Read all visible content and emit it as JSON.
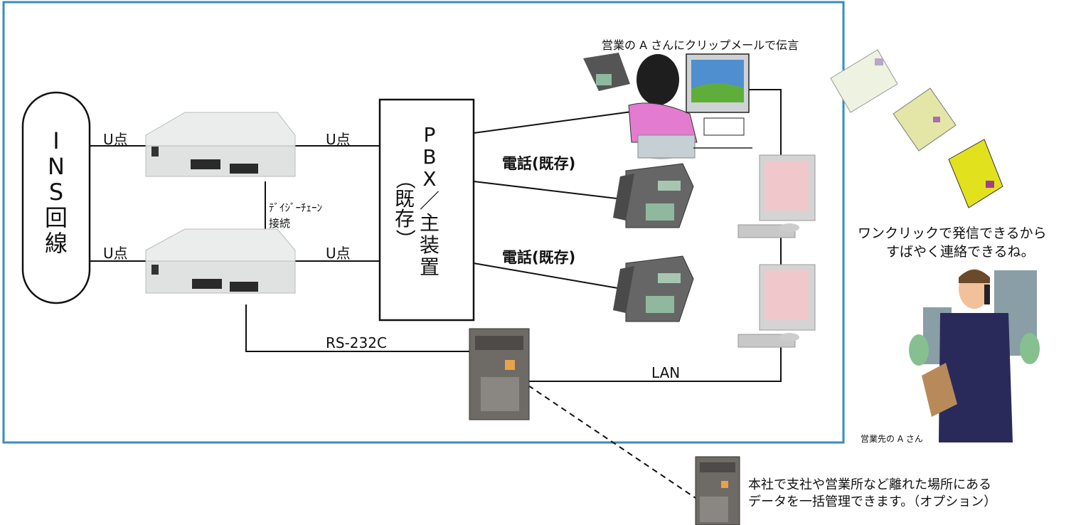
{
  "ins": {
    "label": [
      "I",
      "N",
      "S",
      "回",
      "線"
    ]
  },
  "u_labels": {
    "top_left": "U点",
    "top_right": "U点",
    "bottom_left": "U点",
    "bottom_right": "U点"
  },
  "daisy_chain": {
    "line1": "ﾃﾞｲｼﾞｰﾁｪｰﾝ",
    "line2": "接続"
  },
  "pbx": {
    "chars": [
      "P",
      "B",
      "X",
      "／",
      "主",
      "装",
      "置"
    ],
    "paren": [
      "（",
      "既",
      "存",
      "）"
    ]
  },
  "phones": {
    "upper": "電話(既存)",
    "lower": "電話(既存)"
  },
  "rs232c": "RS-232C",
  "lan": "LAN",
  "captions": {
    "top": "営業の A さんにクリップメールで伝言",
    "one_click": [
      "ワンクリックで発信できるから",
      "すばやく連絡できるね。"
    ],
    "sales_person": "営業先の A さん",
    "hq": [
      "本社で支社や営業所など離れた場所にある",
      "データを一括管理できます。（オプション）"
    ]
  },
  "colors": {
    "frame": "#3a8cbf",
    "line": "#111111",
    "device": "#eceeed",
    "server": "#6e6a66",
    "monitor": "#c9c9c9",
    "suit": "#2a2a5a",
    "shirt": "#e37bd0"
  }
}
